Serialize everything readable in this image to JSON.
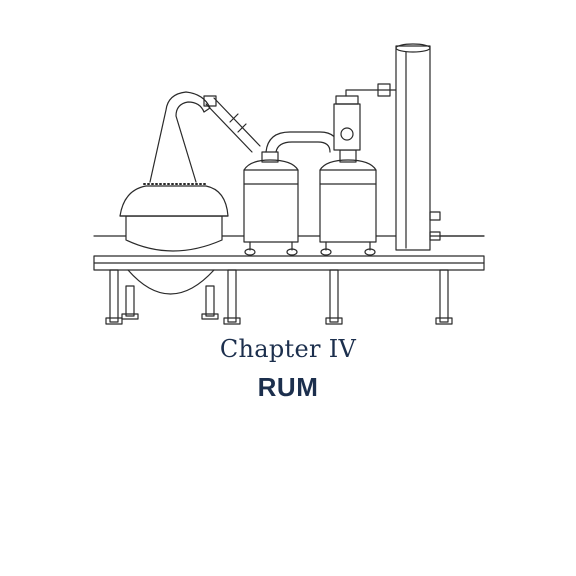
{
  "chapter": {
    "heading": "Chapter IV",
    "title": "RUM"
  },
  "illustration": {
    "icon": "distillery-still-illustration",
    "stroke_color": "#2a2a2a"
  },
  "colors": {
    "text": "#1c2f4d",
    "background": "#ffffff"
  }
}
